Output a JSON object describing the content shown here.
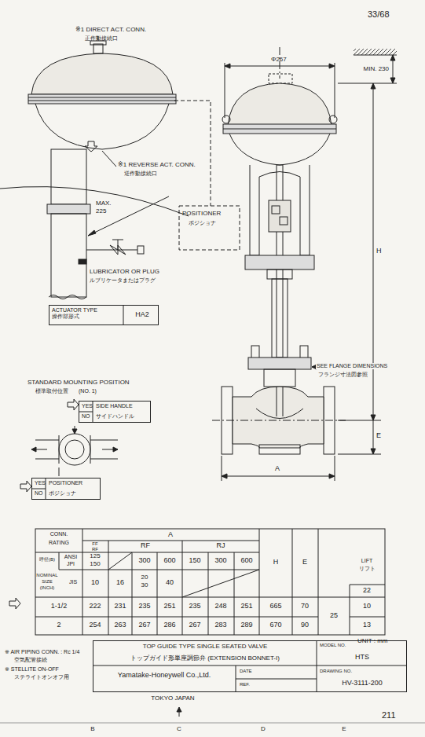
{
  "diagram": {
    "nodes": [
      {
        "text": [
          "ACTUATOR TYPE 操作部形式",
          "HA2"
        ]
      },
      {
        "text": [
          "YES",
          "NO",
          "SIDE HANDLE",
          "サイドハンドル"
        ]
      },
      {
        "text": [
          "YES",
          "NO",
          "POSITIONER",
          "ポジショナ"
        ]
      },
      {
        "text": [
          "TOP GUIDE TYPE SINGLE SEATED VALVE",
          "トップガイド形単座調節弁 (EXTENSION BONNET-I)",
          "Yamatake-Honeywell Co.,Ltd.",
          "MODEL NO.",
          "HTS",
          "DATE",
          "REF.",
          "DRAWING NO.",
          "HV-3111-200"
        ]
      }
    ],
    "labels": [
      "33/68",
      "※1 DIRECT ACT. CONN.",
      "正作動接続口",
      "※1 REVERSE ACT. CONN.",
      "逆作動接続口",
      "MAX.",
      "225",
      "LUBRICATOR OR PLUG",
      "ルブリケータまたはプラグ",
      "Φ267",
      "MIN. 230",
      "POSITIONER",
      "ポジショナ",
      "H",
      "SEE FLANGE DIMENSIONS",
      "フランジ寸法図参照",
      "E",
      "A",
      "STANDARD MOUNTING POSITION",
      "標準取付位置",
      "(NO. 1)",
      "A",
      "CONN.",
      "RATING",
      "FF",
      "RF",
      "RF",
      "RJ",
      "ANSI",
      "JPI",
      "呼径(B)",
      "NOMINAL",
      "SIZE",
      "(INCH)",
      "JIS",
      "125",
      "150",
      "300",
      "600",
      "150",
      "300",
      "600",
      "10",
      "16",
      "20",
      "30",
      "40",
      "H",
      "E",
      "LIFT",
      "リフト",
      "22",
      "1-1/2",
      "222",
      "231",
      "235",
      "251",
      "235",
      "248",
      "251",
      "665",
      "70",
      "25",
      "10",
      "2",
      "254",
      "263",
      "267",
      "286",
      "267",
      "283",
      "289",
      "670",
      "90",
      "13",
      "UNIT : mm",
      "※ AIR PIPING CONN. : Rc 1/4",
      "空気配管接続",
      "※ STELLITE ON-OFF",
      "ステライトオンオフ用",
      "TOKYO JAPAN",
      "211",
      "B",
      "C",
      "D",
      "E"
    ]
  }
}
